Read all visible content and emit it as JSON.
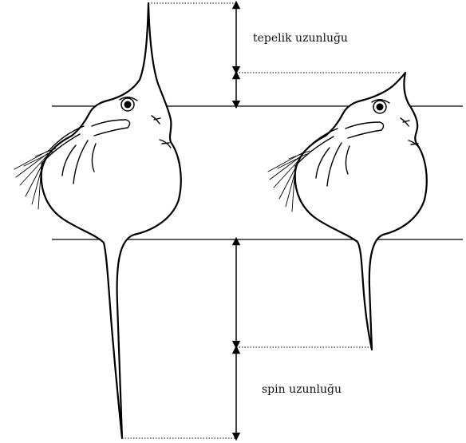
{
  "labels": {
    "crest_length": "tepelik uzunluğu",
    "spine_length": "spin uzunluğu"
  },
  "figures": [
    {
      "name": "daphnia-long-crest-long-spine"
    },
    {
      "name": "daphnia-short-crest-short-spine"
    }
  ]
}
